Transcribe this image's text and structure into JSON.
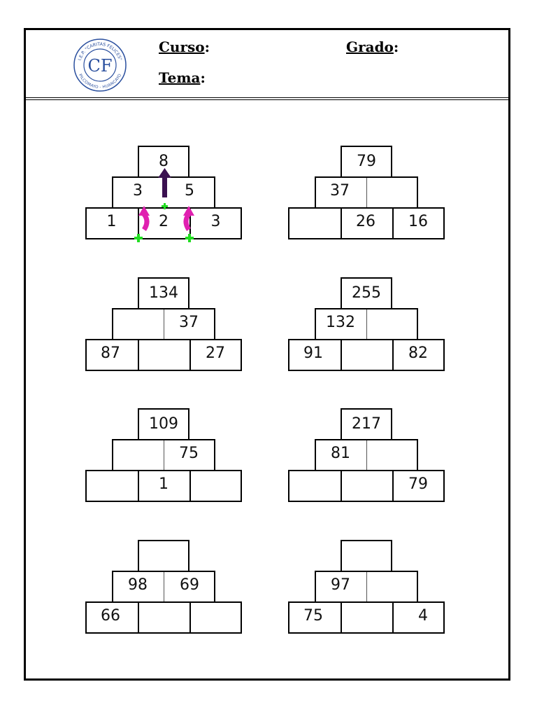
{
  "header": {
    "logo": {
      "top_text": "I.E.P. \"CARITAS FELICES\"",
      "bottom_text": "PILCOMAYO - HUANCAYO",
      "monogram": "CF",
      "color": "#2a4f9e"
    },
    "curso_label": "Curso",
    "grado_label": "Grado",
    "tema_label": "Tema",
    "colon": ":"
  },
  "example": {
    "top": "8",
    "middle": [
      "3",
      "5"
    ],
    "bottom": [
      "1",
      "2",
      "3"
    ],
    "arrow_color": "#e020b0",
    "up_arrow_color": "#3a1050",
    "plus_color": "#22dd22"
  },
  "pyramids": [
    {
      "top": "79",
      "middle": [
        "37",
        ""
      ],
      "bottom": [
        "",
        "26",
        "16"
      ]
    },
    {
      "top": "134",
      "middle": [
        "",
        "37"
      ],
      "bottom": [
        "87",
        "",
        "27"
      ]
    },
    {
      "top": "255",
      "middle": [
        "132",
        ""
      ],
      "bottom": [
        "91",
        "",
        "82"
      ]
    },
    {
      "top": "109",
      "middle": [
        "",
        "75"
      ],
      "bottom": [
        "",
        "1",
        ""
      ]
    },
    {
      "top": "217",
      "middle": [
        "81",
        ""
      ],
      "bottom": [
        "",
        "",
        "79"
      ]
    },
    {
      "top": "",
      "middle": [
        "98",
        "69"
      ],
      "bottom": [
        "66",
        "",
        ""
      ]
    },
    {
      "top": "",
      "middle": [
        "97",
        ""
      ],
      "bottom": [
        "75",
        "",
        "4"
      ]
    }
  ]
}
